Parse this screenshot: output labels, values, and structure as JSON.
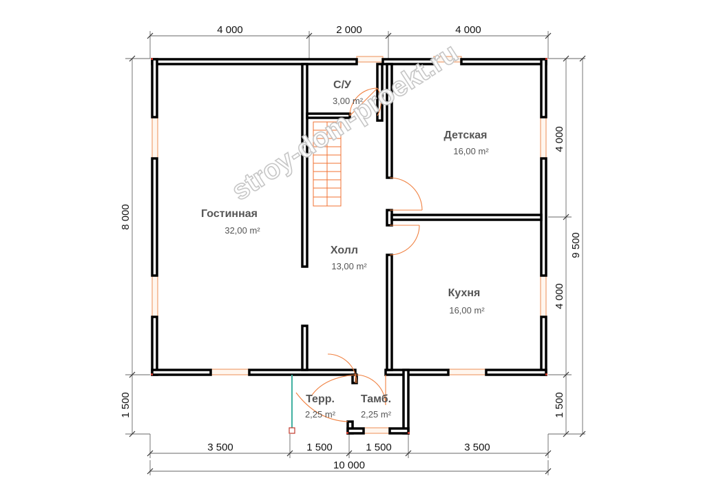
{
  "dimensions": {
    "top": [
      "4 000",
      "2 000",
      "4 000"
    ],
    "bottom": [
      "3 500",
      "1 500",
      "1 500",
      "3 500"
    ],
    "total_width": "10 000",
    "left_main": "8 000",
    "left_porch": "1 500",
    "right_upper": "4 000",
    "right_lower": "4 000",
    "right_porch": "1 500",
    "total_height": "9 500"
  },
  "rooms": [
    {
      "name": "С/У",
      "area": "3,00 m²"
    },
    {
      "name": "Детская",
      "area": "16,00 m²"
    },
    {
      "name": "Гостинная",
      "area": "32,00 m²"
    },
    {
      "name": "Холл",
      "area": "13,00 m²"
    },
    {
      "name": "Кухня",
      "area": "16,00 m²"
    },
    {
      "name": "Терр.",
      "area": "2,25 m²"
    },
    {
      "name": "Тамб.",
      "area": "2,25 m²"
    }
  ],
  "watermark": "stroy-dom-proekt.ru",
  "colors": {
    "wall": "#000000",
    "window": "#f0a070",
    "door": "#f08040",
    "stair": "#f07030",
    "railing": "#40b0a0"
  }
}
